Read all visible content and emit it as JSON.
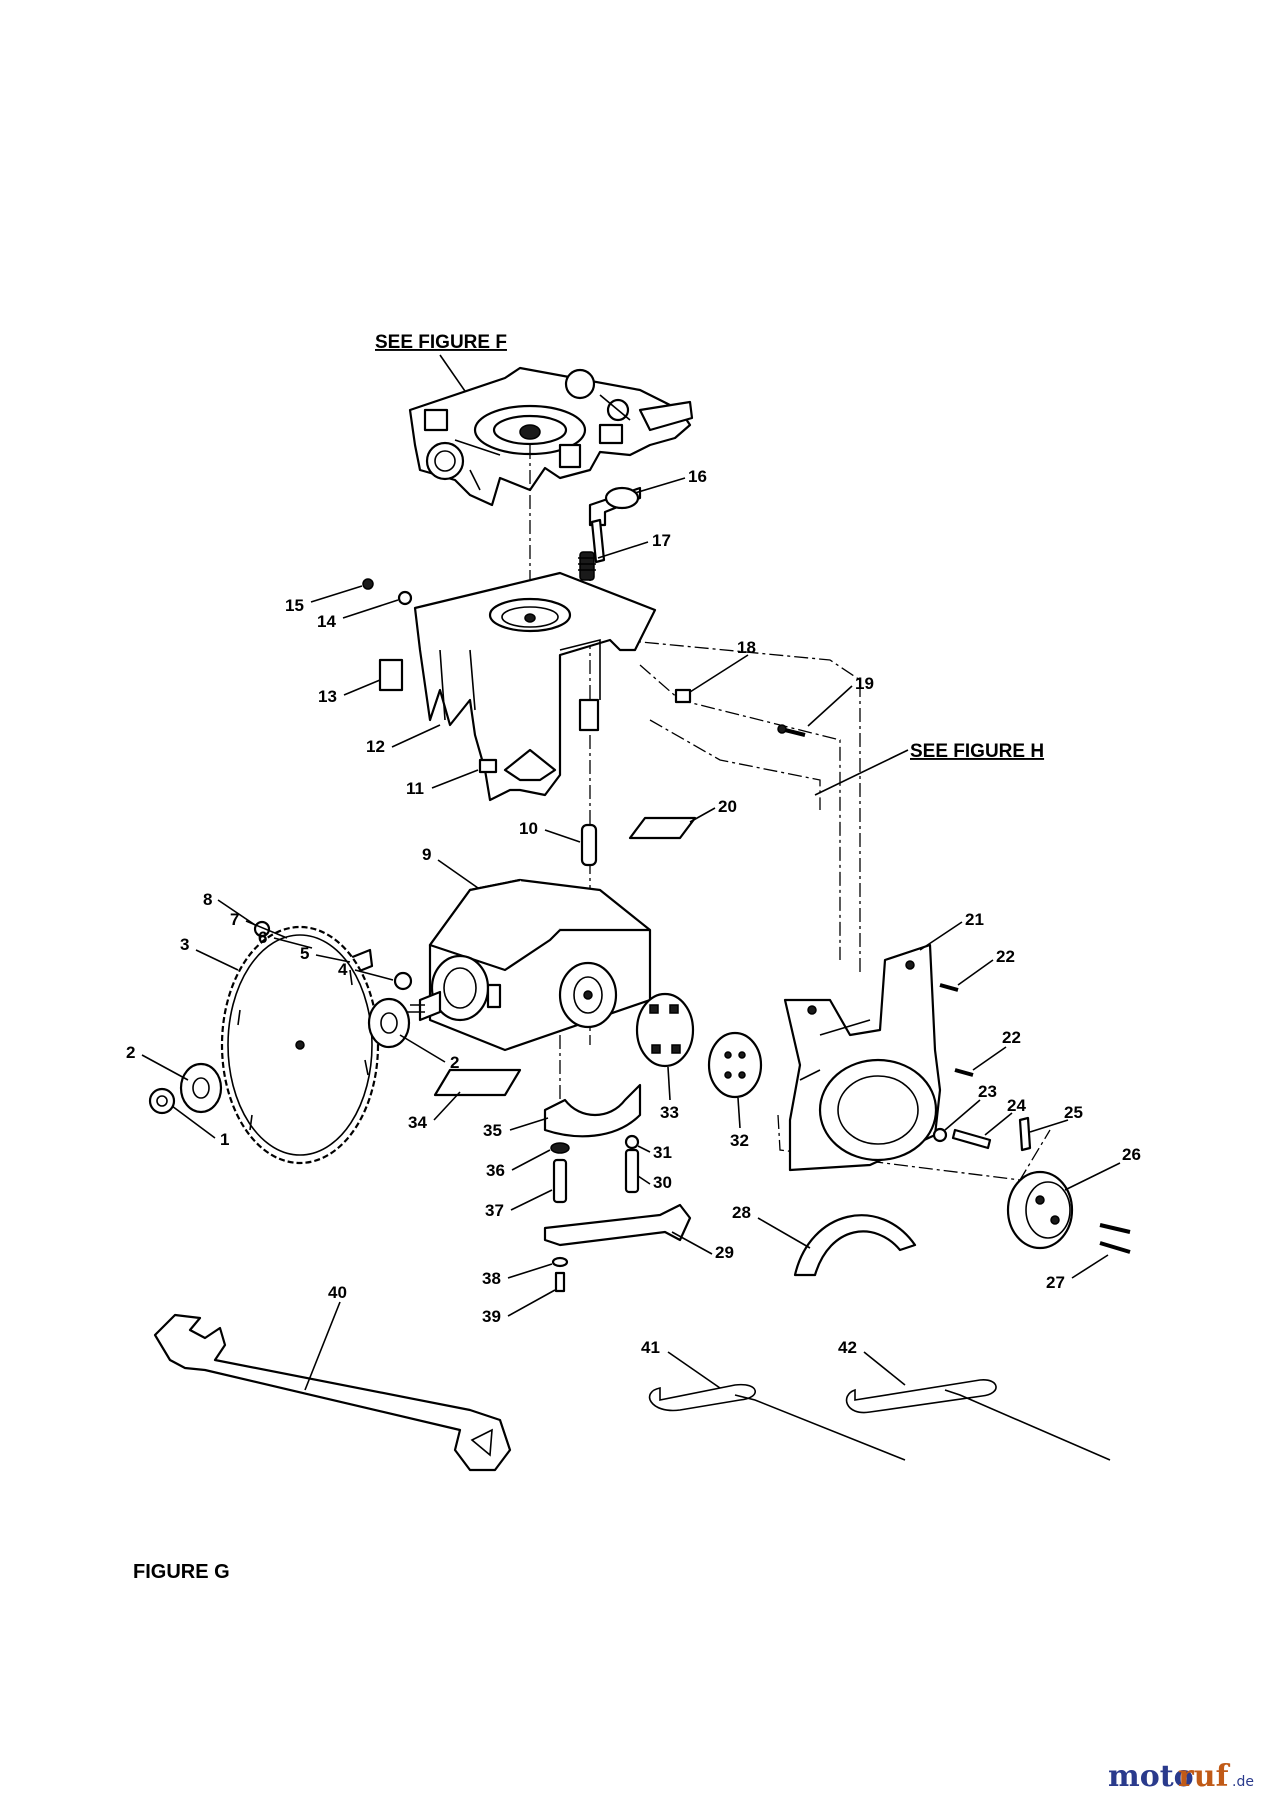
{
  "references": {
    "see_figure_f": "SEE FIGURE F",
    "see_figure_h": "SEE FIGURE H"
  },
  "figure_title": "FIGURE G",
  "watermark": {
    "part1": "moto",
    "part2": "ruf",
    "suffix": ".de"
  },
  "part_numbers": [
    "1",
    "2",
    "2",
    "3",
    "4",
    "5",
    "6",
    "7",
    "8",
    "9",
    "10",
    "11",
    "12",
    "13",
    "14",
    "15",
    "16",
    "17",
    "18",
    "19",
    "20",
    "21",
    "22",
    "22",
    "23",
    "24",
    "25",
    "26",
    "27",
    "28",
    "29",
    "30",
    "31",
    "32",
    "33",
    "34",
    "35",
    "36",
    "37",
    "38",
    "39",
    "40",
    "41",
    "42"
  ]
}
